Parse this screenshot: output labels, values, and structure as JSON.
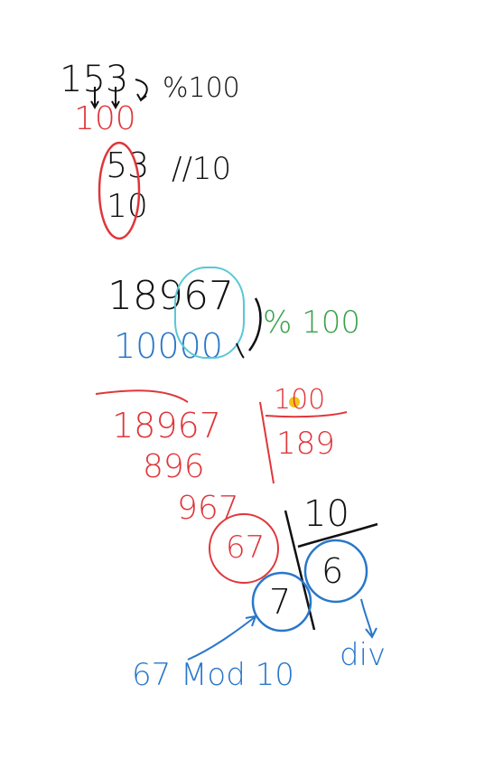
{
  "colors": {
    "black": "#111111",
    "red": "#e0363a",
    "blue": "#2a77c9",
    "green": "#3aa14a",
    "cyan": "#56c8d6",
    "yellow": "#f3c31a"
  },
  "example1": {
    "number": "153",
    "op_mod": "%100",
    "divisor_red": "100",
    "remainder": "53",
    "op_div": "//10",
    "divisor": "10"
  },
  "example2": {
    "number": "18967",
    "divisor_blue": "10000",
    "op_mod": "% 100"
  },
  "long_division": {
    "dividend": "18967",
    "divisor": "100",
    "quotient": "189",
    "step1": "896",
    "step2": "967",
    "remainder": "67"
  },
  "division_by_10": {
    "divisor": "10",
    "quotient": "6",
    "remainder": "7",
    "label_mod": "67 Mod 10",
    "label_div": "div"
  }
}
